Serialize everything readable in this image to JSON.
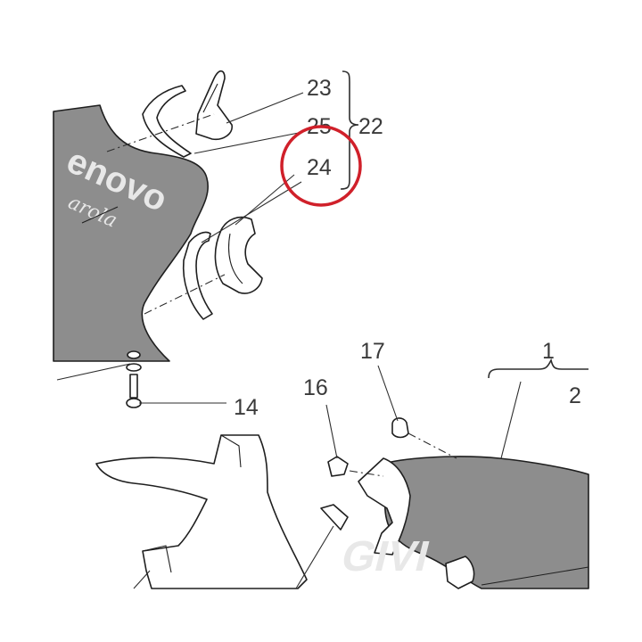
{
  "callouts": {
    "c23": "23",
    "c25": "25",
    "c22": "22",
    "c24": "24",
    "c17": "17",
    "c1": "1",
    "c16": "16",
    "c2": "2",
    "c14": "14"
  },
  "panel_branding": {
    "left_logo": "enovo",
    "left_script": "arola",
    "right_logo": "GIVI"
  },
  "highlight": {
    "color": "#d0202a",
    "target_callout": "24"
  },
  "colors": {
    "panel_fill": "#8d8d8d",
    "line": "#1f1f1f",
    "text": "#3a3a3a"
  }
}
